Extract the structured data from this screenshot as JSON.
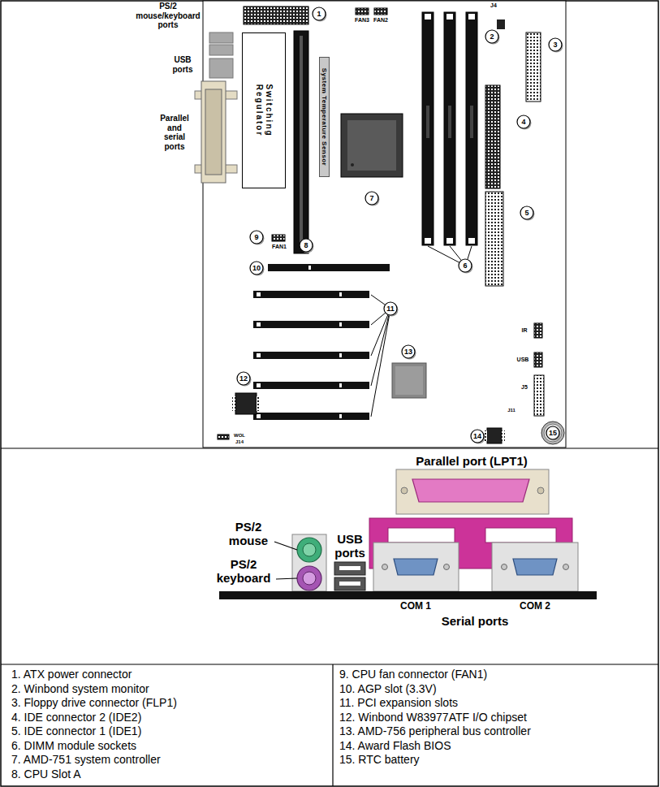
{
  "diagram": {
    "nodes": [
      {
        "text": [
          "Switching Regulator"
        ]
      },
      {
        "text": [
          "System Temperature Sensor"
        ]
      }
    ],
    "labels": [
      "PS/2 mouse/keyboard ports",
      "USB ports",
      "Parallel and serial ports",
      "1",
      "FAN3",
      "FAN2",
      "J4",
      "2",
      "3",
      "4",
      "7",
      "5",
      "9",
      "FAN1",
      "8",
      "6",
      "10",
      "11",
      "IR",
      "13",
      "USB",
      "J5",
      "12",
      "J11",
      "15",
      "14",
      "WOL",
      "J14",
      "Parallel port (LPT1)",
      "PS/2 mouse",
      "USB ports",
      "PS/2 keyboard",
      "COM 1",
      "COM 2",
      "Serial ports",
      "1. ATX power connector",
      "9. CPU fan connector (FAN1)",
      "2. Winbond system monitor",
      "10. AGP slot (3.3V)",
      "3. Floppy drive connector (FLP1)",
      "11. PCI expansion slots",
      "4. IDE connector 2 (IDE2)",
      "12. Winbond W83977ATF I/O chipset",
      "5. IDE connector 1 (IDE1)",
      "13. AMD-756 peripheral bus controller",
      "6. DIMM module sockets",
      "14. Award Flash BIOS",
      "7. AMD-751 system controller",
      "15. RTC battery",
      "8. CPU Slot A"
    ]
  }
}
